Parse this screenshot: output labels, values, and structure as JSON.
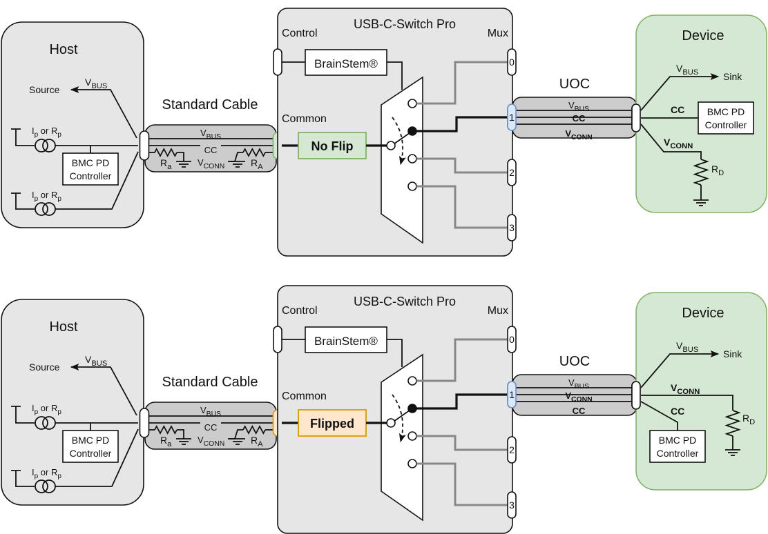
{
  "diagrams": [
    {
      "id": "no-flip",
      "host": {
        "title": "Host",
        "source_label": "Source",
        "vbus_label": "V",
        "vbus_sub": "BUS",
        "current_source_labels": [
          {
            "i": "I",
            "i_sub": "p",
            "or": " or ",
            "r": "R",
            "r_sub": "p"
          },
          {
            "i": "I",
            "i_sub": "p",
            "or": " or ",
            "r": "R",
            "r_sub": "p"
          }
        ],
        "controller_lines": [
          "BMC PD",
          "Controller"
        ]
      },
      "cable": {
        "title": "Standard Cable",
        "vbus": "V",
        "vbus_sub": "BUS",
        "cc": "CC",
        "vconn": "V",
        "vconn_sub": "CONN",
        "ra_left": "R",
        "ra_left_sub": "a",
        "ra_right": "R",
        "ra_right_sub": "A",
        "plug_color": "#d5e8d4",
        "plug_stroke": "#82b366"
      },
      "switch": {
        "title": "USB-C-Switch Pro",
        "control_label": "Control",
        "mux_label": "Mux",
        "common_label": "Common",
        "brainstem_label": "BrainStem®",
        "orientation_label": "No Flip",
        "orientation_fill": "#d5e8d4",
        "orientation_stroke": "#82b366",
        "ports": [
          "0",
          "1",
          "2",
          "3"
        ],
        "active_port": "1"
      },
      "uoc": {
        "title": "UOC",
        "lines": [
          {
            "main": "V",
            "sub": "BUS",
            "bold": false
          },
          {
            "main": "CC",
            "sub": "",
            "bold": true
          },
          {
            "main": "V",
            "sub": "CONN",
            "bold": true
          }
        ]
      },
      "device": {
        "title": "Device",
        "vbus": "V",
        "vbus_sub": "BUS",
        "sink_label": "Sink",
        "cc_label": "CC",
        "vconn": "V",
        "vconn_sub": "CONN",
        "rd": "R",
        "rd_sub": "D",
        "controller_lines": [
          "BMC PD",
          "Controller"
        ]
      }
    },
    {
      "id": "flipped",
      "host": {
        "title": "Host",
        "source_label": "Source",
        "vbus_label": "V",
        "vbus_sub": "BUS",
        "current_source_labels": [
          {
            "i": "I",
            "i_sub": "p",
            "or": " or ",
            "r": "R",
            "r_sub": "p"
          },
          {
            "i": "I",
            "i_sub": "p",
            "or": " or ",
            "r": "R",
            "r_sub": "p"
          }
        ],
        "controller_lines": [
          "BMC PD",
          "Controller"
        ]
      },
      "cable": {
        "title": "Standard Cable",
        "vbus": "V",
        "vbus_sub": "BUS",
        "cc": "CC",
        "vconn": "V",
        "vconn_sub": "CONN",
        "ra_left": "R",
        "ra_left_sub": "a",
        "ra_right": "R",
        "ra_right_sub": "A",
        "plug_color": "#ffe6cc",
        "plug_stroke": "#d79b00"
      },
      "switch": {
        "title": "USB-C-Switch Pro",
        "control_label": "Control",
        "mux_label": "Mux",
        "common_label": "Common",
        "brainstem_label": "BrainStem®",
        "orientation_label": "Flipped",
        "orientation_fill": "#ffe6cc",
        "orientation_stroke": "#d79b00",
        "ports": [
          "0",
          "1",
          "2",
          "3"
        ],
        "active_port": "1"
      },
      "uoc": {
        "title": "UOC",
        "lines": [
          {
            "main": "V",
            "sub": "BUS",
            "bold": false
          },
          {
            "main": "V",
            "sub": "CONN",
            "bold": true
          },
          {
            "main": "CC",
            "sub": "",
            "bold": true
          }
        ]
      },
      "device": {
        "title": "Device",
        "vbus": "V",
        "vbus_sub": "BUS",
        "sink_label": "Sink",
        "cc_label": "CC",
        "vconn": "V",
        "vconn_sub": "CONN",
        "rd": "R",
        "rd_sub": "D",
        "controller_lines": [
          "BMC PD",
          "Controller"
        ]
      }
    }
  ],
  "colors": {
    "host_fill": "#e6e6e6",
    "device_fill": "#d5e8d4",
    "device_stroke": "#82b366",
    "cable_fill": "#cccccc",
    "active_port_fill": "#dae8fc",
    "active_port_stroke": "#6c8ebf",
    "inactive_trace": "#888888"
  }
}
